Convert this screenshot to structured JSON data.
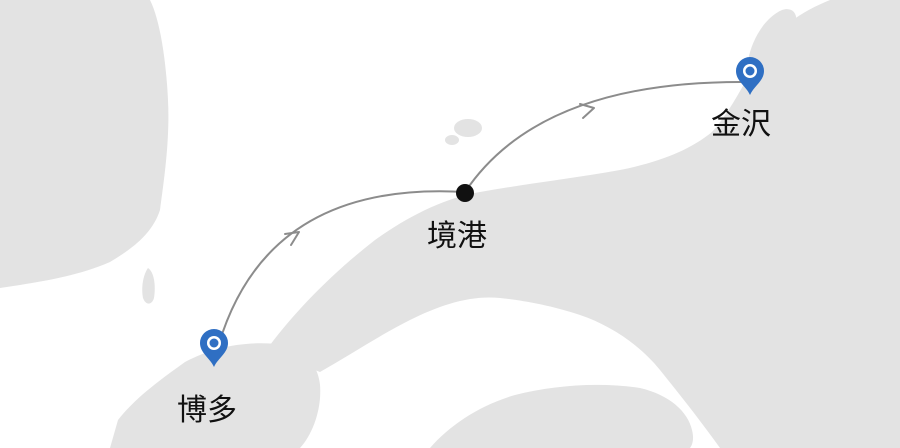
{
  "map": {
    "land_color": "#e3e3e3",
    "sea_color": "#ffffff",
    "route_color": "#8c8c8c",
    "pin_color": "#2f6fc3",
    "stop_color": "#111111"
  },
  "places": {
    "origin": {
      "name": "博多",
      "marker": "map-pin-icon"
    },
    "stopover": {
      "name": "境港",
      "marker": "dot-icon"
    },
    "destination": {
      "name": "金沢",
      "marker": "map-pin-icon"
    }
  }
}
